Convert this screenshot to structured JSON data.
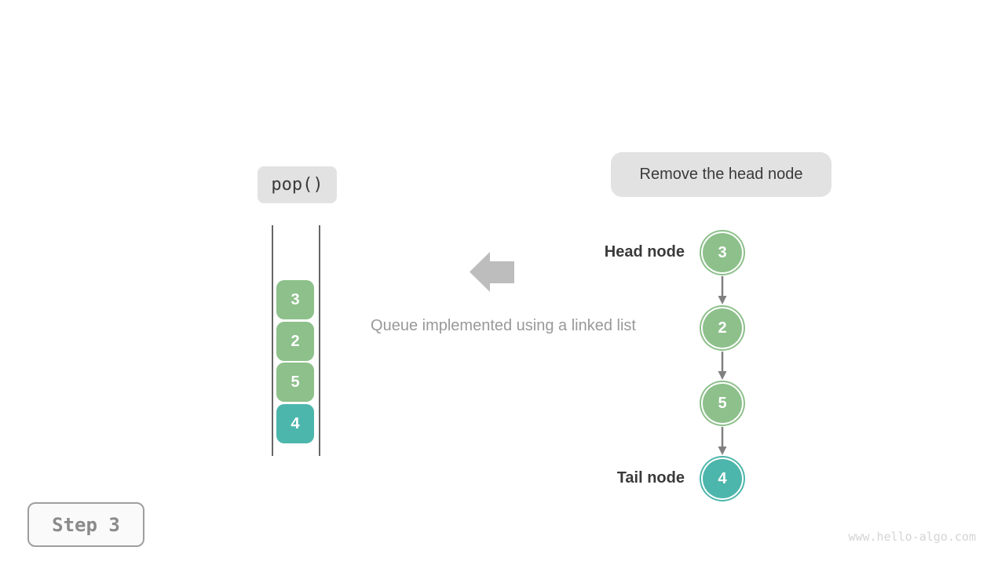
{
  "figure": {
    "operation_label": "pop()",
    "annotation": "Remove the head node",
    "caption": "Queue implemented using a linked list",
    "step_label": "Step 3",
    "watermark": "www.hello-algo.com"
  },
  "stack": {
    "items": [
      {
        "value": "3",
        "color": "#8dc08b"
      },
      {
        "value": "2",
        "color": "#8dc08b"
      },
      {
        "value": "5",
        "color": "#8dc08b"
      },
      {
        "value": "4",
        "color": "#4db6ac"
      }
    ]
  },
  "linked_list": {
    "head_label": "Head node",
    "tail_label": "Tail node",
    "nodes": [
      {
        "value": "3",
        "color": "#8dc08b"
      },
      {
        "value": "2",
        "color": "#8dc08b"
      },
      {
        "value": "5",
        "color": "#8dc08b"
      },
      {
        "value": "4",
        "color": "#4db6ac"
      }
    ]
  },
  "colors": {
    "node_green": "#8dc08b",
    "node_teal": "#4db6ac",
    "chip_background": "#e2e2e2",
    "big_arrow_gray": "#bdbdbd",
    "connector_gray": "#808080",
    "caption_gray": "#999999",
    "dark_text": "#3a3a3a",
    "step_text": "#8a8a8a",
    "watermark_gray": "#d4d4d4"
  }
}
